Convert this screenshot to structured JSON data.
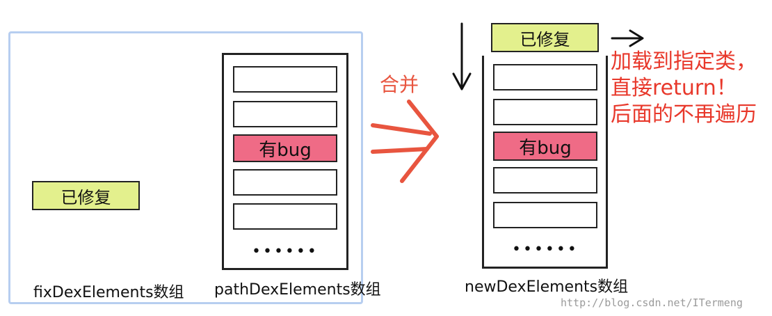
{
  "fixed_label": "已修复",
  "bug_label": "有bug",
  "dots": "••••••",
  "captions": {
    "fix": "fixDexElements数组",
    "path": "pathDexElements数组",
    "new": "newDexElements数组"
  },
  "merge_label": "合并",
  "note_lines": [
    "加载到指定类，",
    "直接return！",
    "后面的不再遍历"
  ],
  "watermark": "http://blog.csdn.net/ITermeng",
  "colors": {
    "fixed_fill": "#e3f08d",
    "bug_fill": "#ef6b86",
    "frame_blue": "#b7cef0",
    "note_red": "#e8382b",
    "arrow_orange": "#e8553f"
  }
}
